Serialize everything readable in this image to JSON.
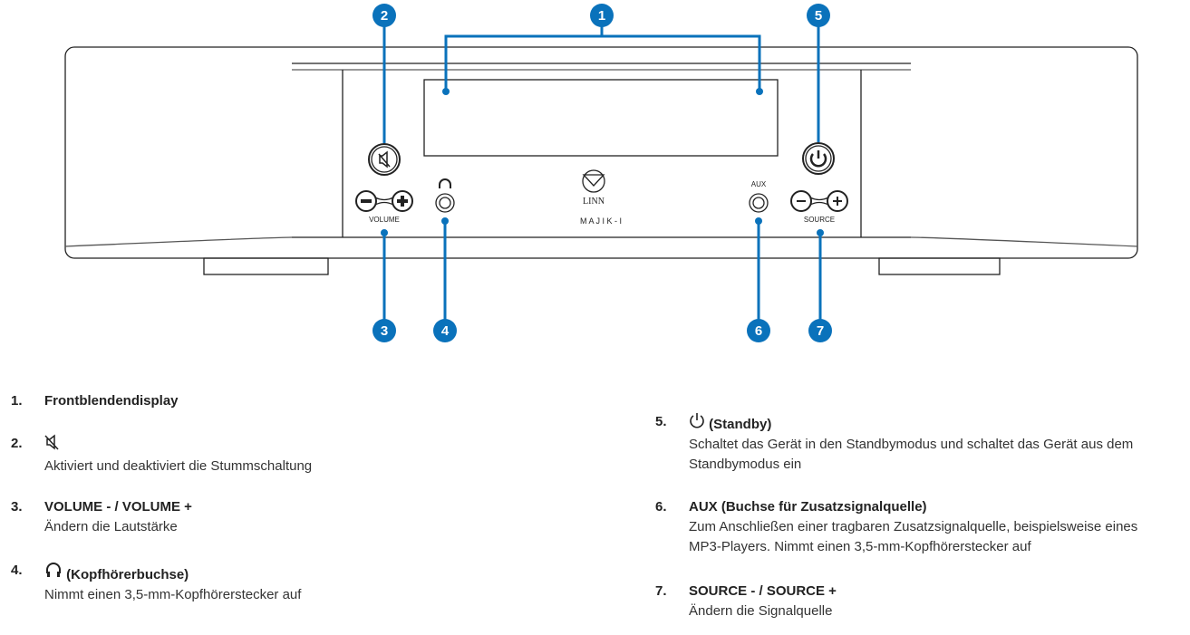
{
  "device": {
    "volume_label": "VOLUME",
    "source_label": "SOURCE",
    "aux_label": "AUX",
    "brand": "LINN",
    "model": "M A J I K - I",
    "accent": "#0a72bb"
  },
  "callouts": [
    "1",
    "2",
    "3",
    "4",
    "5",
    "6",
    "7"
  ],
  "items": [
    {
      "num": "1.",
      "title": "Frontblendendisplay",
      "desc": ""
    },
    {
      "num": "2.",
      "icon": "mute-icon",
      "title": "",
      "desc": "Aktiviert und deaktiviert die Stummschaltung"
    },
    {
      "num": "3.",
      "title": "VOLUME - / VOLUME +",
      "desc": "Ändern die Lautstärke"
    },
    {
      "num": "4.",
      "icon": "headphones-icon",
      "title": "(Kopfhörerbuchse)",
      "desc": "Nimmt einen 3,5-mm-Kopfhörerstecker auf"
    },
    {
      "num": "5.",
      "icon": "power-icon",
      "title": "(Standby)",
      "desc": "Schaltet das Gerät in den Standbymodus und schaltet das Gerät aus dem",
      "desc2": "Standbymodus ein"
    },
    {
      "num": "6.",
      "title": "AUX (Buchse für Zusatzsignalquelle)",
      "desc": "Zum Anschließen einer tragbaren Zusatzsignalquelle, beispielsweise eines",
      "desc2": "MP3-Players. Nimmt einen 3,5-mm-Kopfhörerstecker auf"
    },
    {
      "num": "7.",
      "title": "SOURCE - / SOURCE +",
      "desc": "Ändern die Signalquelle"
    }
  ]
}
